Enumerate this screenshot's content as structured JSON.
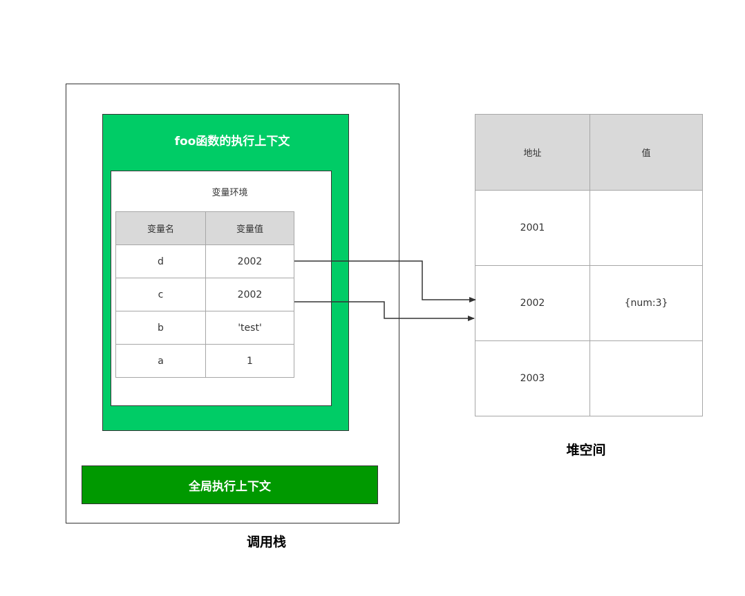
{
  "colors": {
    "foo_context_fill": "#00cc66",
    "global_context_fill": "#009900",
    "table_header_fill": "#d9d9d9",
    "border": "#333333",
    "arrow": "#333333"
  },
  "call_stack": {
    "label": "调用栈",
    "foo_context": {
      "title": "foo函数的执行上下文",
      "variable_environment": {
        "title": "变量环境",
        "headers": [
          "变量名",
          "变量值"
        ],
        "rows": [
          {
            "name": "d",
            "value": "2002"
          },
          {
            "name": "c",
            "value": "2002"
          },
          {
            "name": "b",
            "value": "'test'"
          },
          {
            "name": "a",
            "value": "1"
          }
        ]
      }
    },
    "global_context": {
      "title": "全局执行上下文"
    }
  },
  "heap": {
    "label": "堆空间",
    "headers": [
      "地址",
      "值"
    ],
    "rows": [
      {
        "address": "2001",
        "value": ""
      },
      {
        "address": "2002",
        "value": "{num:3}"
      },
      {
        "address": "2003",
        "value": ""
      }
    ]
  },
  "references": [
    {
      "from": "d",
      "to": "2002"
    },
    {
      "from": "c",
      "to": "2002"
    }
  ]
}
